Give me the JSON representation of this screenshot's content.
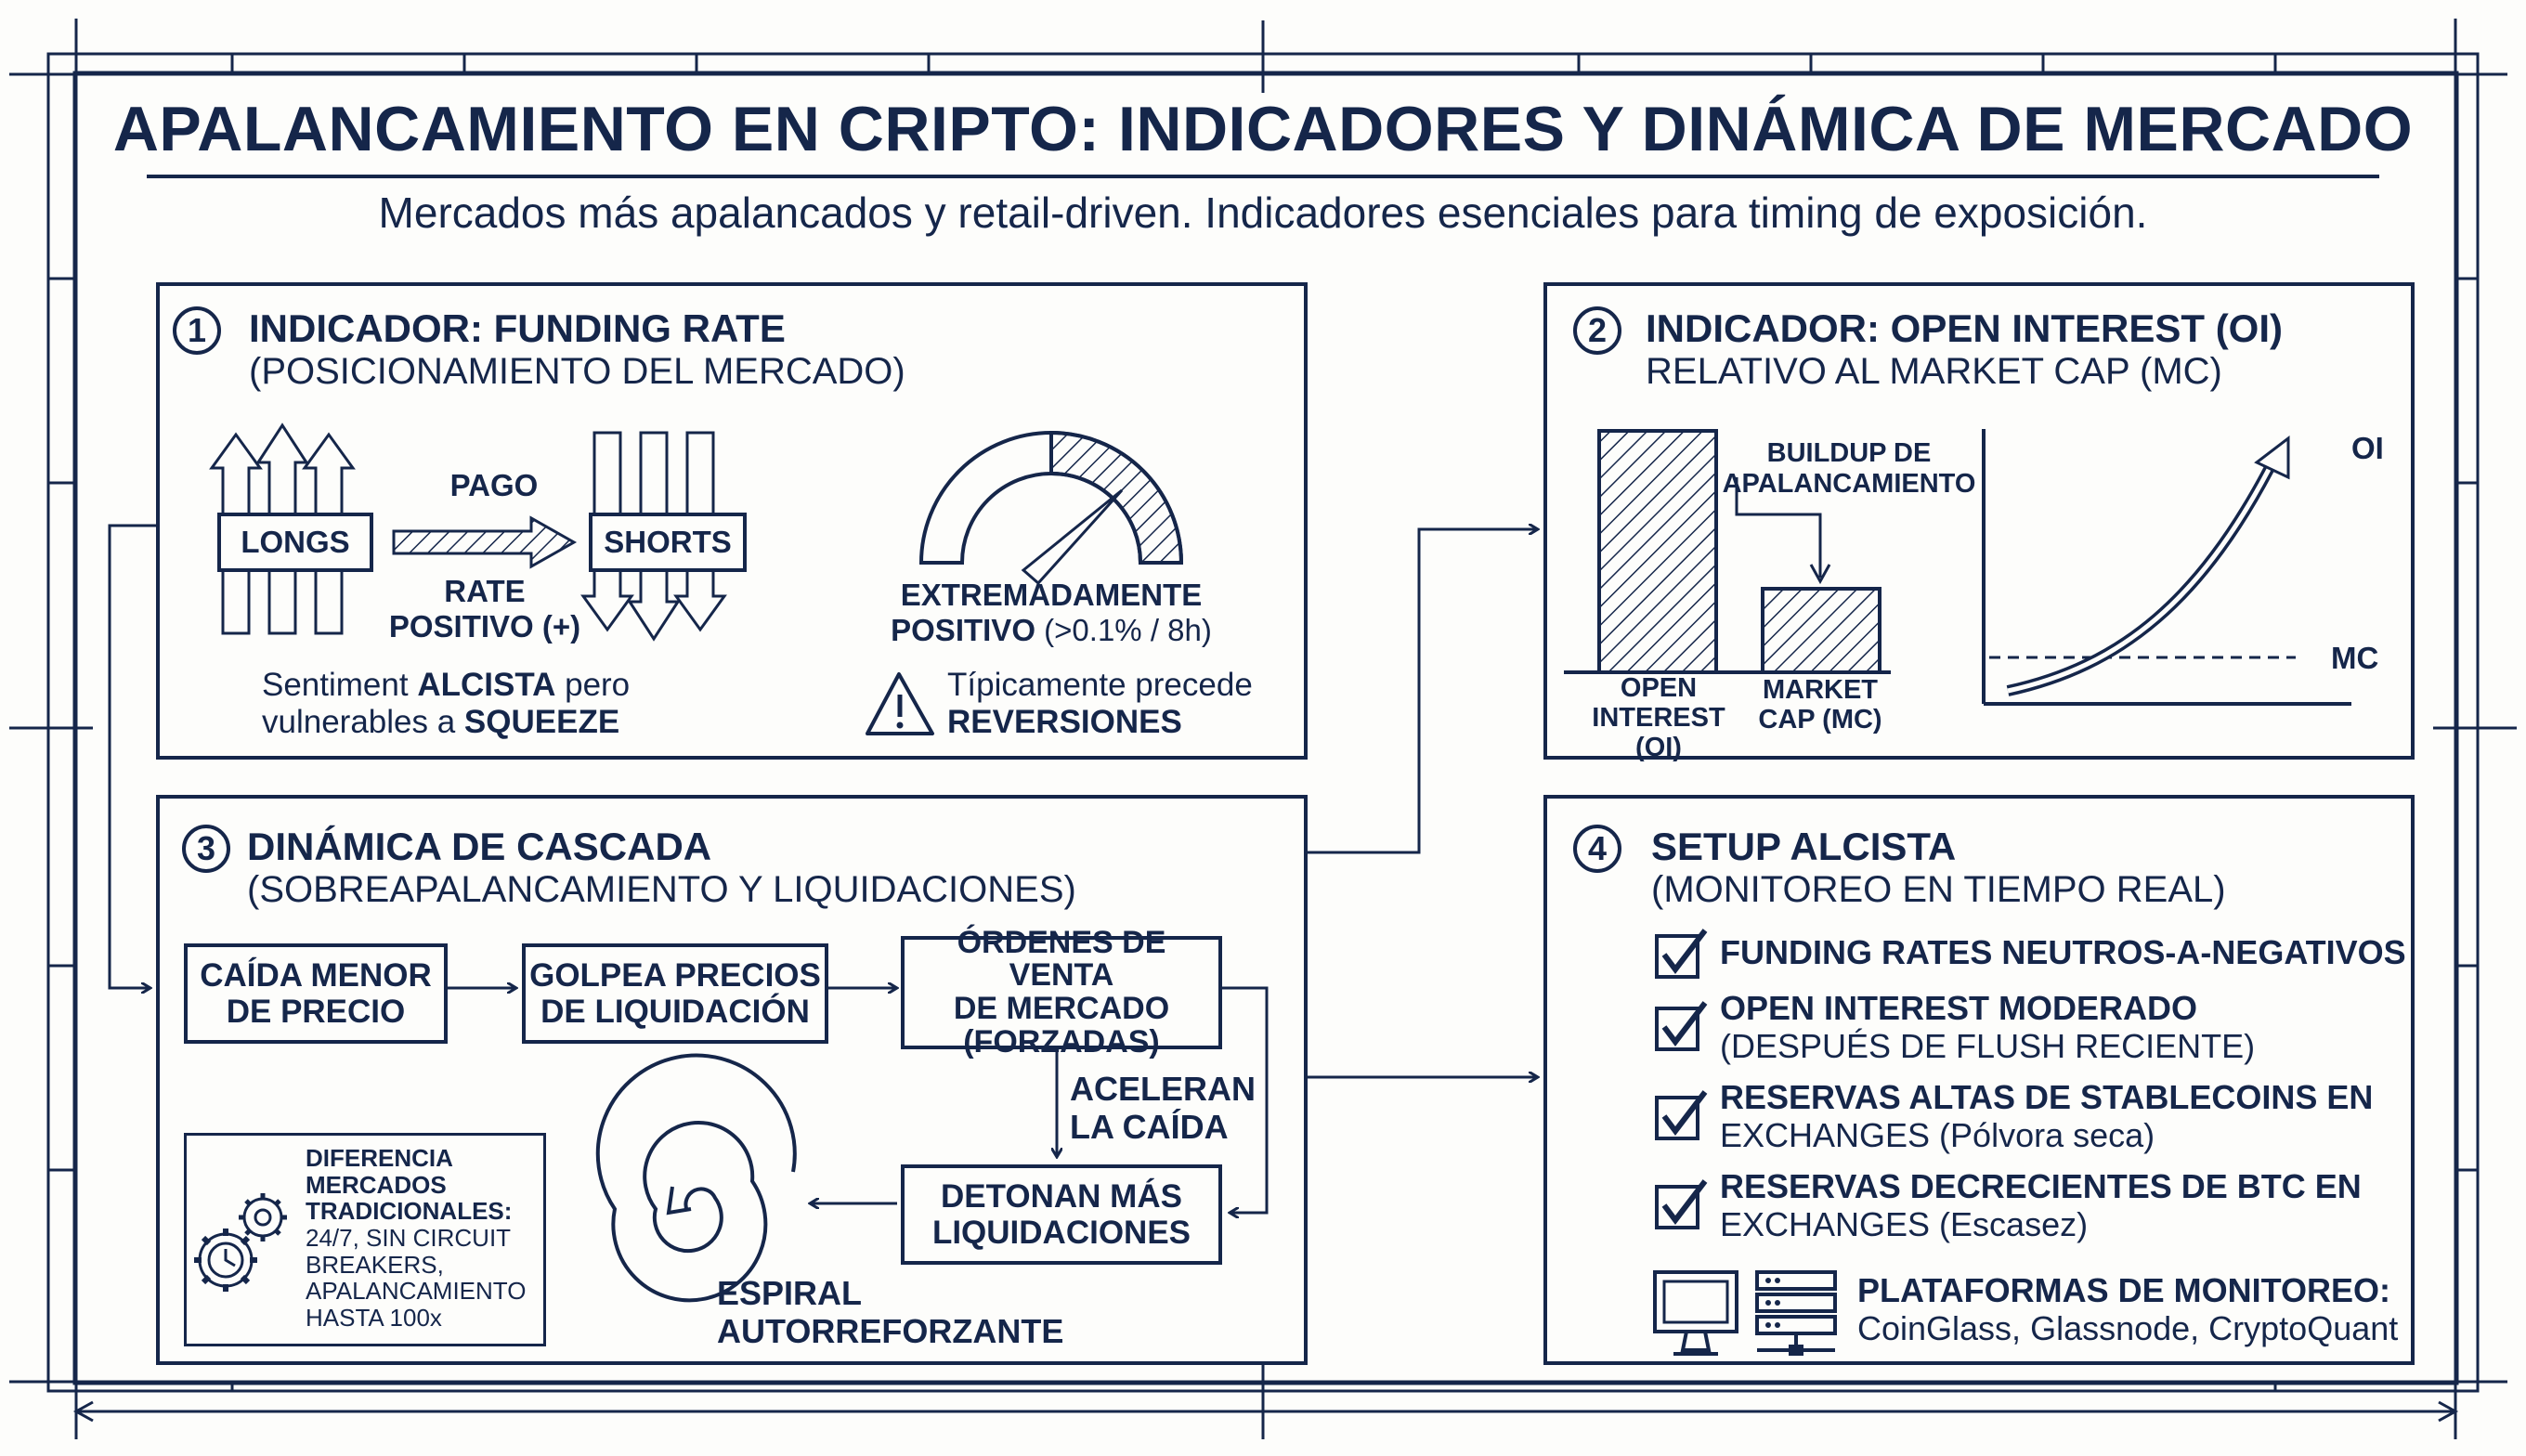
{
  "title": "APALANCAMIENTO EN CRIPTO: INDICADORES Y DINÁMICA DE MERCADO",
  "subtitle": "Mercados más apalancados y retail-driven. Indicadores esenciales para timing de exposición.",
  "panel1": {
    "number": "1",
    "heading": "INDICADOR: FUNDING RATE",
    "subheading": "(POSICIONAMIENTO DEL MERCADO)",
    "longs": "LONGS",
    "shorts": "SHORTS",
    "pago": "PAGO",
    "rate_line1": "RATE",
    "rate_line2": "POSITIVO (+)",
    "sent_line1_pre": "Sentiment ",
    "sent_line1_bold": "ALCISTA",
    "sent_line1_post": " pero",
    "sent_line2_pre": "vulnerables a ",
    "sent_line2_bold": "SQUEEZE",
    "gauge_line1": "EXTREMADAMENTE",
    "gauge_line2_bold": "POSITIVO",
    "gauge_line2_rest": " (>0.1% / 8h)",
    "warn_line1": "Típicamente precede",
    "warn_line2": "REVERSIONES"
  },
  "panel2": {
    "number": "2",
    "heading": "INDICADOR: OPEN INTEREST (OI)",
    "subheading": "RELATIVO AL MARKET CAP (MC)",
    "buildup_line1": "BUILDUP DE",
    "buildup_line2": "APALANCAMIENTO",
    "bar1_line1": "OPEN",
    "bar1_line2": "INTEREST",
    "bar1_line3": "(OI)",
    "bar2_line1": "MARKET",
    "bar2_line2": "CAP (MC)",
    "curve_label": "OI",
    "line_label": "MC"
  },
  "panel3": {
    "number": "3",
    "heading": "DINÁMICA DE CASCADA",
    "subheading": "(SOBREAPALANCAMIENTO Y LIQUIDACIONES)",
    "step1": "CAÍDA MENOR\nDE PRECIO",
    "step2": "GOLPEA PRECIOS\nDE LIQUIDACIÓN",
    "step3": "ÓRDENES DE VENTA\nDE MERCADO\n(FORZADAS)",
    "step4": "DETONAN MÁS\nLIQUIDACIONES",
    "accel_line1": "ACELERAN",
    "accel_line2": "LA CAÍDA",
    "spiral_line1": "ESPIRAL",
    "spiral_line2": "AUTORREFORZANTE",
    "diff_bold": "DIFERENCIA\nMERCADOS\nTRADICIONALES:",
    "diff_rest": "24/7, SIN CIRCUIT\nBREAKERS,\nAPALANCAMIENTO\nHASTA 100x"
  },
  "panel4": {
    "number": "4",
    "heading": "SETUP ALCISTA",
    "subheading": "(MONITOREO EN TIEMPO REAL)",
    "items": [
      {
        "bold": "FUNDING RATES NEUTROS-A-NEGATIVOS",
        "rest": ""
      },
      {
        "bold": "OPEN INTEREST MODERADO",
        "rest": "(DESPUÉS DE FLUSH RECIENTE)"
      },
      {
        "bold": "RESERVAS ALTAS DE STABLECOINS EN",
        "rest": "EXCHANGES (Pólvora seca)"
      },
      {
        "bold": "RESERVAS DECRECIENTES DE BTC EN",
        "rest": "EXCHANGES (Escasez)"
      }
    ],
    "platforms_label": "PLATAFORMAS DE MONITOREO:",
    "platforms_list": "CoinGlass, Glassnode, CryptoQuant"
  },
  "colors": {
    "ink": "#15264a",
    "paper": "#fdfdfb"
  }
}
